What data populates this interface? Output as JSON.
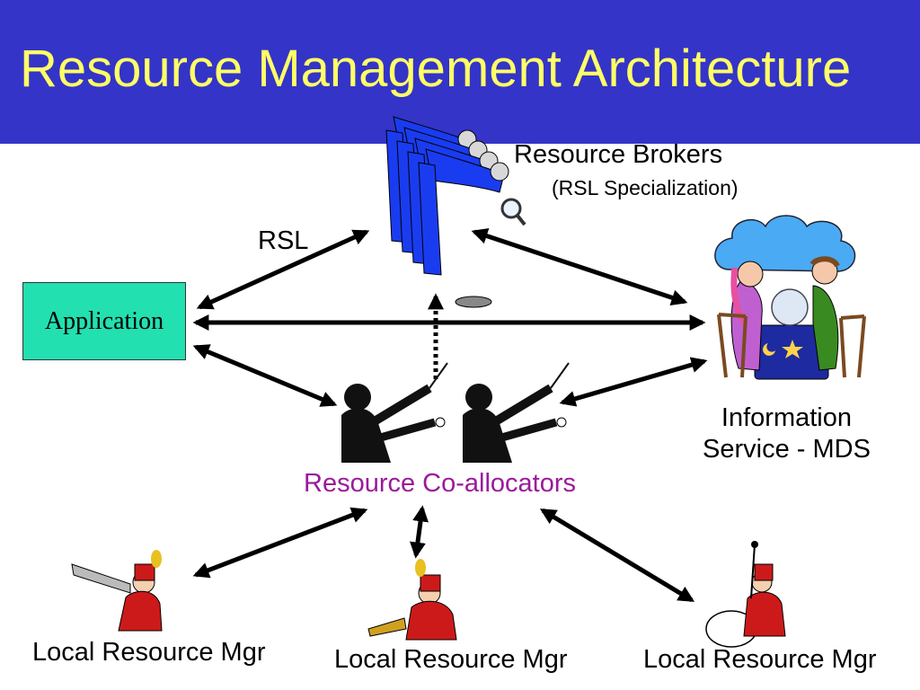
{
  "title": "Resource Management Architecture",
  "nodes": {
    "brokers": {
      "label": "Resource Brokers",
      "sublabel": "(RSL Specialization)"
    },
    "application": {
      "label": "Application"
    },
    "info_service": {
      "label_line1": "Information",
      "label_line2": "Service - MDS"
    },
    "coallocators": {
      "label": "Resource Co-allocators"
    },
    "local_mgrs": [
      {
        "label": "Local  Resource Mgr"
      },
      {
        "label": "Local  Resource Mgr"
      },
      {
        "label": "Local  Resource Mgr"
      }
    ]
  },
  "edges": {
    "rsl_label": "RSL"
  },
  "colors": {
    "banner": "#3434c8",
    "title_text": "#ffff66",
    "application_box": "#22e0b0",
    "coallocators_text": "#9a1a9a",
    "broker_suit": "#1a3cf0",
    "arrow": "#000000"
  },
  "icons": [
    "broker-figures-icon",
    "fortune-teller-icon",
    "conductor-icon",
    "band-musician-icon"
  ]
}
